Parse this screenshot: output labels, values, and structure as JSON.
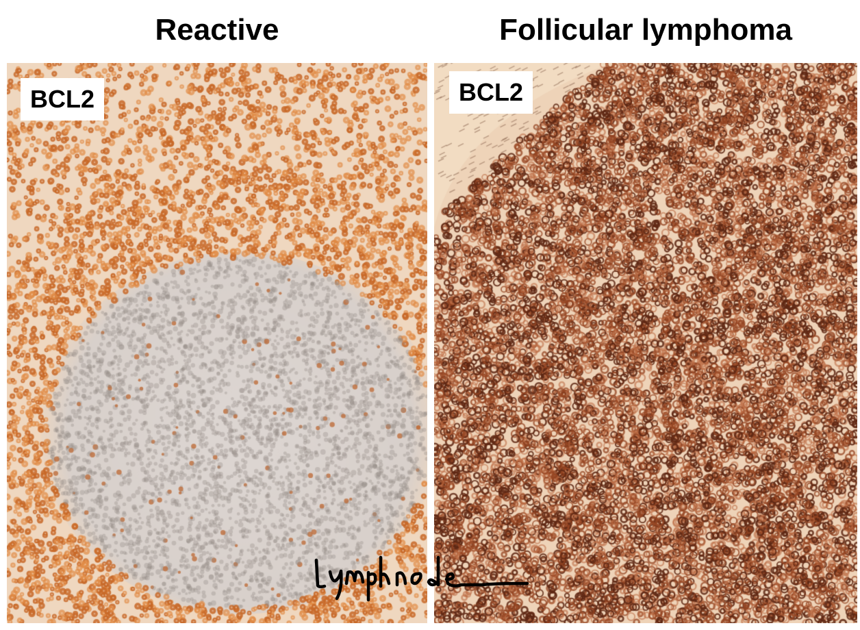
{
  "titles": {
    "left": "Reactive",
    "right": "Follicular lymphoma"
  },
  "panels": {
    "left": {
      "stain_label": "BCL2"
    },
    "right": {
      "stain_label": "BCL2"
    }
  },
  "annotation": {
    "handwritten_text": "Lymphnode"
  },
  "colors": {
    "background": "#ffffff",
    "stain_brown": "#b5652a",
    "dark_brown": "#4a2010",
    "pale_center": "#d9d3cf",
    "tissue_background": "#f1dcc4"
  }
}
